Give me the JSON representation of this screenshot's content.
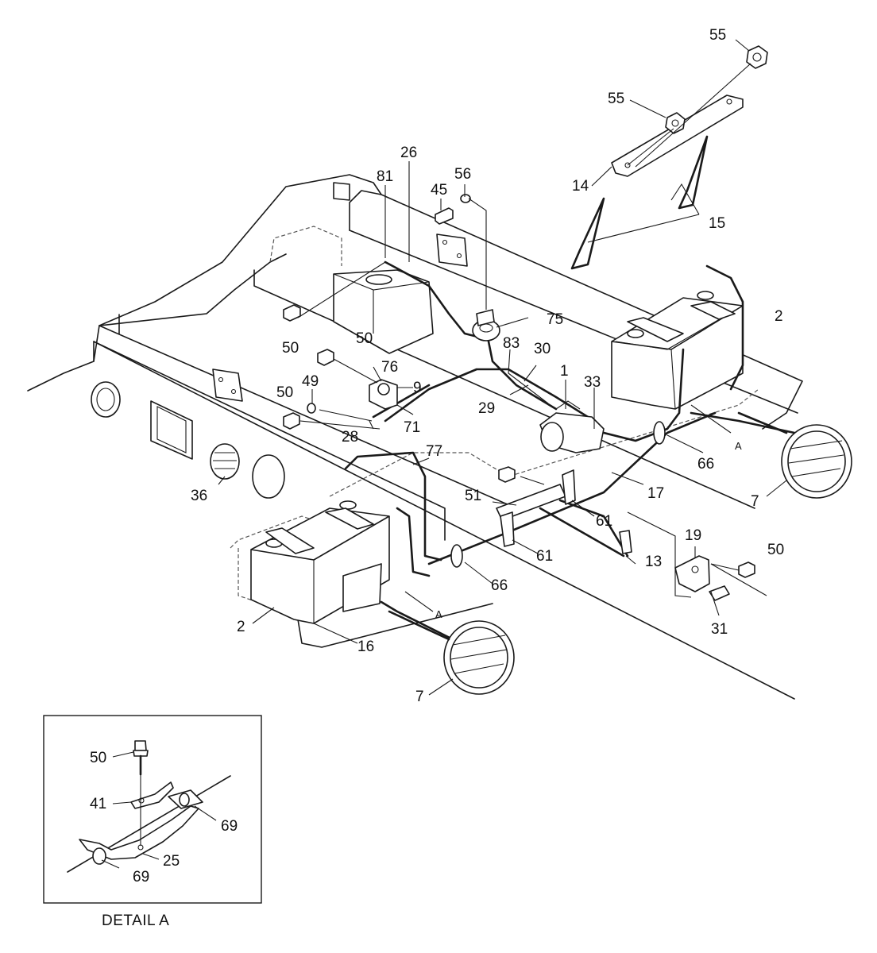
{
  "labels": {
    "l55a": "55",
    "l55b": "55",
    "l14": "14",
    "l15": "15",
    "l81": "81",
    "l26": "26",
    "l45": "45",
    "l56": "56",
    "l2a": "2",
    "l75": "75",
    "l50a": "50",
    "l50b": "50",
    "l76": "76",
    "l9": "9",
    "l83": "83",
    "l30": "30",
    "l1": "1",
    "l33": "33",
    "l49": "49",
    "l50c": "50",
    "l29": "29",
    "l71": "71",
    "l28": "28",
    "lA1": "A",
    "l66a": "66",
    "l77": "77",
    "l36": "36",
    "l51": "51",
    "l17": "17",
    "l7a": "7",
    "l61a": "61",
    "l19": "19",
    "l50d": "50",
    "l61b": "61",
    "l13": "13",
    "l66b": "66",
    "lA2": "A",
    "l2b": "2",
    "l16": "16",
    "l31": "31",
    "l7b": "7"
  },
  "detail": {
    "title": "DETAIL A",
    "l50": "50",
    "l41": "41",
    "l69a": "69",
    "l25": "25",
    "l69b": "69"
  }
}
